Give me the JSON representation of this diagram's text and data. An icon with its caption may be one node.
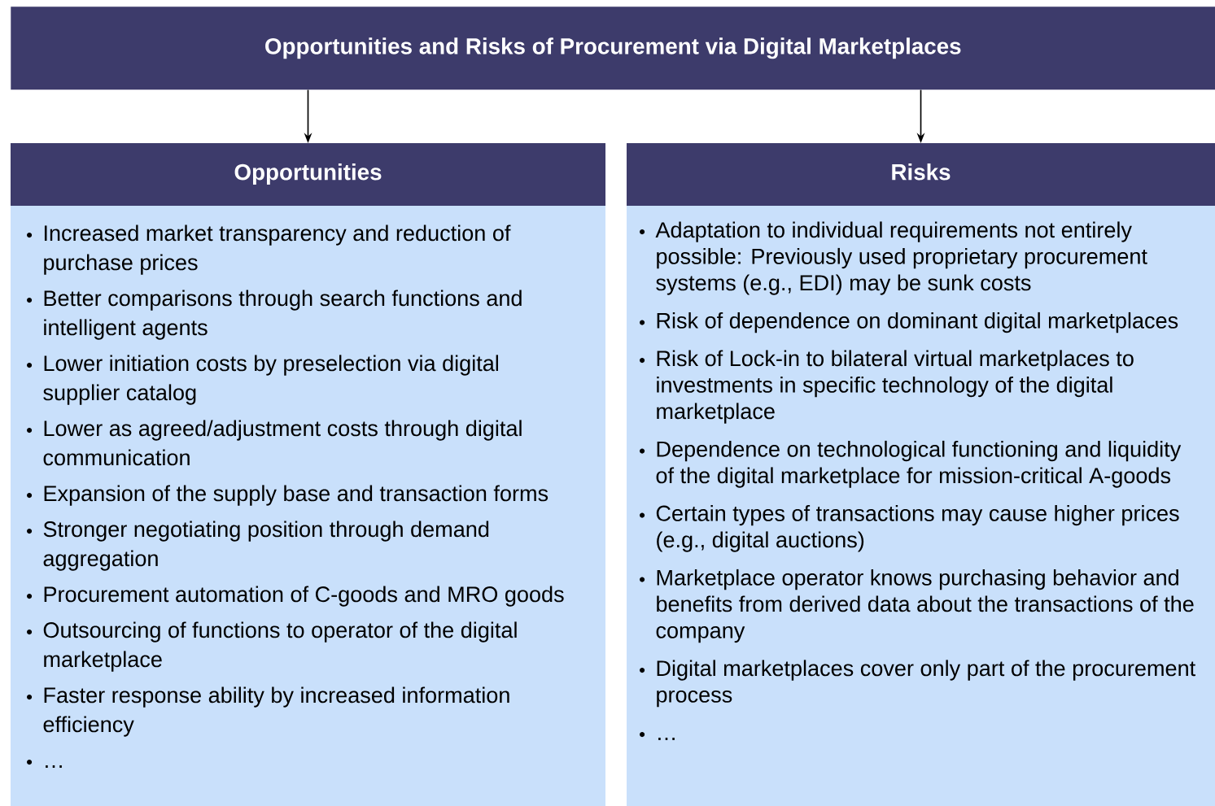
{
  "diagram": {
    "nodes": [
      {
        "text": [
          "Opportunities and Risks of Procurement via Digital Marketplaces"
        ]
      },
      {
        "text": [
          "Opportunities",
          "Increased market transparency and reduction of purchase prices",
          "Better comparisons through search functions and intelligent agents",
          "Lower initiation costs by preselection via digital supplier catalog",
          "Lower as agreed/adjustment costs through digital communication",
          "Expansion of the supply base and transaction forms",
          "Stronger negotiating position through demand aggregation",
          "Procurement automation of C-goods and MRO goods",
          "Outsourcing of functions to operator of the digital marketplace",
          "Faster response ability by increased information efficiency",
          "…"
        ]
      },
      {
        "text": [
          "Risks",
          "Adaptation to individual requirements not entirely possible: Previously used proprietary procurement systems (e.g., EDI) may be sunk costs",
          "Risk of dependence on dominant digital marketplaces",
          "Risk of Lock-in to bilateral virtual marketplaces to investments in specific technology of the digital marketplace",
          "Dependence on technological functioning and liquidity of the digital marketplace for mission-critical A-goods",
          "Certain types of transactions may cause higher prices (e.g., digital auctions)",
          "Marketplace operator knows purchasing behavior and benefits from derived data about the transactions of the company",
          "Digital marketplaces cover only part of the procurement process",
          "…"
        ]
      }
    ],
    "edges": [
      {
        "from": 0,
        "to": 1,
        "arrow": "to"
      },
      {
        "from": 0,
        "to": 2,
        "arrow": "to"
      }
    ]
  }
}
